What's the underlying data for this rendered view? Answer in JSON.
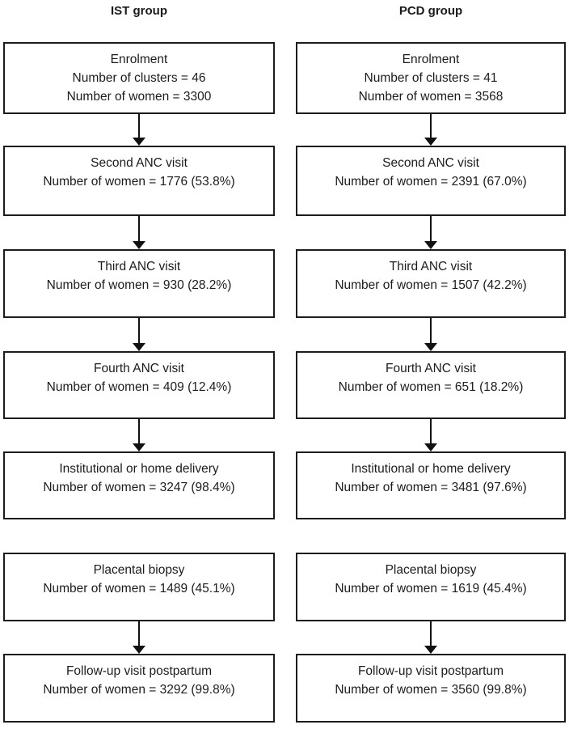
{
  "diagram": {
    "type": "flowchart",
    "colors": {
      "border": "#1c1c1c",
      "text": "#1c1c1c",
      "background": "#ffffff",
      "arrow": "#111111"
    },
    "columns": [
      {
        "title": "IST group",
        "boxes": [
          {
            "lines": [
              "Enrolment",
              "Number of clusters = 46",
              "Number of women = 3300"
            ]
          },
          {
            "lines": [
              "Second ANC visit",
              "Number of women = 1776 (53.8%)"
            ]
          },
          {
            "lines": [
              "Third ANC visit",
              "Number of women = 930 (28.2%)"
            ]
          },
          {
            "lines": [
              "Fourth ANC visit",
              "Number of women = 409 (12.4%)"
            ]
          },
          {
            "lines": [
              "Institutional or home delivery",
              "Number of women = 3247 (98.4%)"
            ]
          },
          {
            "lines": [
              "Placental biopsy",
              "Number of women = 1489 (45.1%)"
            ]
          },
          {
            "lines": [
              "Follow-up visit postpartum",
              "Number of women = 3292 (99.8%)"
            ]
          }
        ]
      },
      {
        "title": "PCD group",
        "boxes": [
          {
            "lines": [
              "Enrolment",
              "Number of clusters = 41",
              "Number of women = 3568"
            ]
          },
          {
            "lines": [
              "Second ANC visit",
              "Number of women = 2391 (67.0%)"
            ]
          },
          {
            "lines": [
              "Third ANC visit",
              "Number of women = 1507 (42.2%)"
            ]
          },
          {
            "lines": [
              "Fourth ANC visit",
              "Number of women = 651 (18.2%)"
            ]
          },
          {
            "lines": [
              "Institutional or home delivery",
              "Number of women = 3481 (97.6%)"
            ]
          },
          {
            "lines": [
              "Placental biopsy",
              "Number of women = 1619 (45.4%)"
            ]
          },
          {
            "lines": [
              "Follow-up visit postpartum",
              "Number of women = 3560 (99.8%)"
            ]
          }
        ]
      }
    ]
  }
}
